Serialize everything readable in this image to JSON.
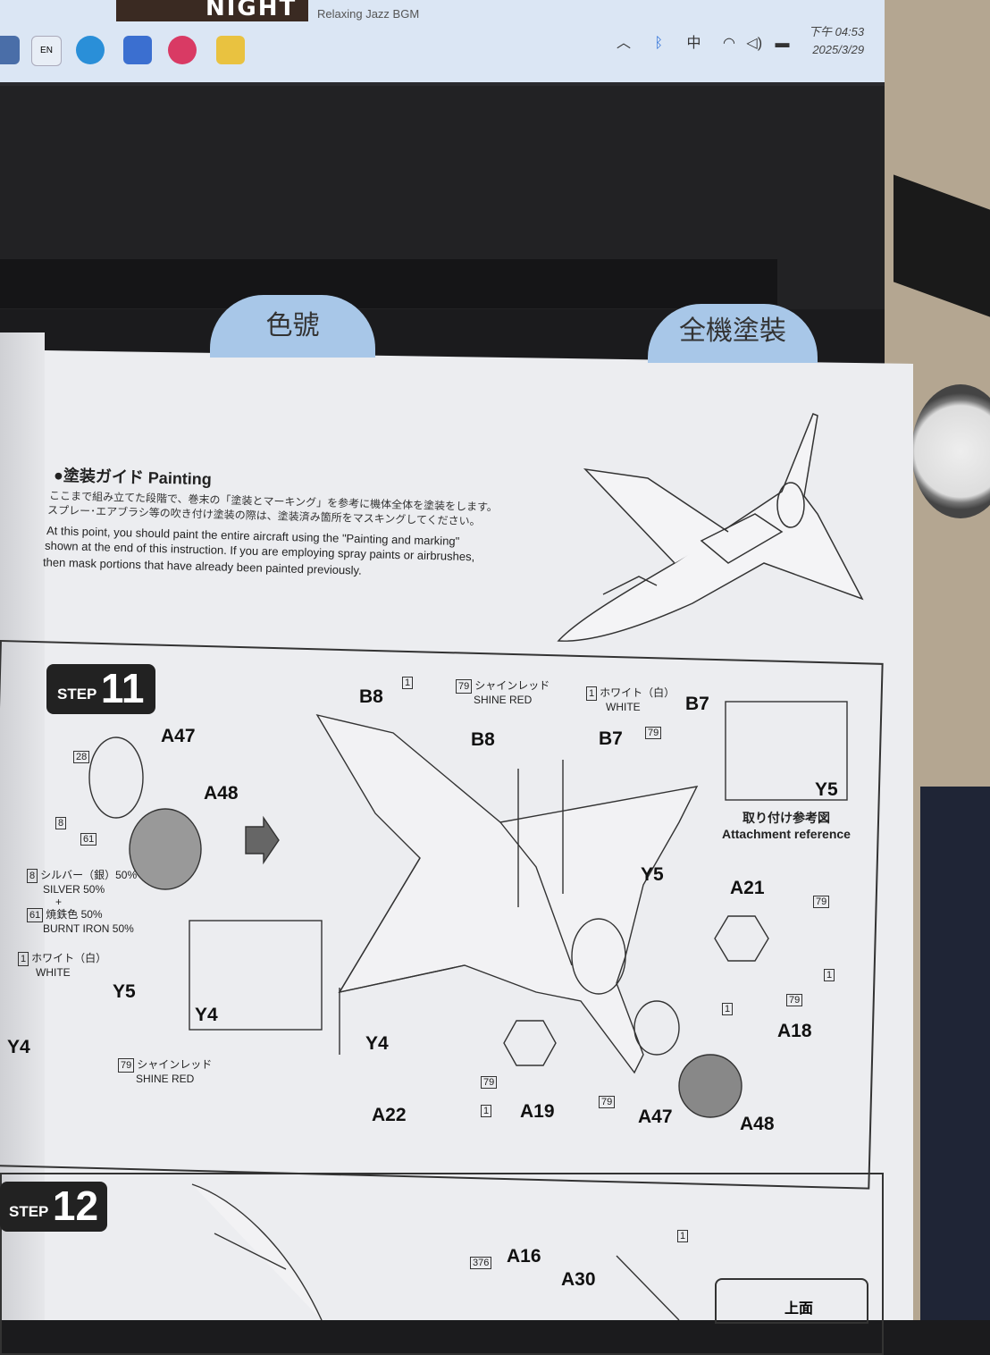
{
  "screen": {
    "video_title": "NIGHT",
    "media_title": "Relaxing Jazz BGM",
    "taskbar_icons": [
      "files-icon",
      "language-en-icon",
      "edge-icon",
      "store-icon",
      "app-icon",
      "slack-icon"
    ],
    "lang_label": "EN",
    "tray_ime": "中",
    "clock_time": "下午 04:53",
    "clock_date": "2025/3/29"
  },
  "tabs": {
    "left": "色號",
    "right": "全機塗裝"
  },
  "painting": {
    "title": "●塗装ガイド Painting",
    "jp_line1": "ここまで組み立てた段階で、巻末の「塗装とマーキング」を参考に機体全体を塗装をします。",
    "jp_line2": "スプレー･エアブラシ等の吹き付け塗装の際は、塗装済み箇所をマスキングしてください。",
    "en_line1": "At this point, you should paint the entire aircraft using the \"Painting and marking\"",
    "en_line2": "shown at the end of this instruction. If you are employing spray paints or airbrushes,",
    "en_line3": "then mask portions that have already been painted previously."
  },
  "step11": {
    "step_word": "STEP",
    "step_number": "11",
    "labels": {
      "a47_top": "A47",
      "a48_top": "A48",
      "b8_a": "B8",
      "b8_b": "B8",
      "b7_a": "B7",
      "b7_b": "B7",
      "y5_a": "Y5",
      "y5_b": "Y5",
      "y5_ref": "Y5",
      "y4_a": "Y4",
      "y4_b": "Y4",
      "y4_c": "Y4",
      "a21": "A21",
      "a18": "A18",
      "a22": "A22",
      "a19": "A19",
      "a47_bottom": "A47",
      "a48_bottom": "A48"
    },
    "color_notes": {
      "shine_red_jp": "シャインレッド",
      "shine_red_en": "SHINE RED",
      "white_jp": "ホワイト（白）",
      "white_en": "WHITE",
      "silver_jp": "シルバー（銀）50%",
      "silver_en": "SILVER 50%",
      "plus": "+",
      "burnt_iron_jp": "焼鉄色 50%",
      "burnt_iron_en": "BURNT IRON 50%",
      "white2_jp": "ホワイト（白）",
      "white2_en": "WHITE",
      "shine_red2_jp": "シャインレッド",
      "shine_red2_en": "SHINE RED"
    },
    "numbers": [
      "1",
      "79",
      "1",
      "79",
      "28",
      "8",
      "61",
      "8",
      "61",
      "1",
      "79",
      "79",
      "1",
      "79",
      "1",
      "79",
      "1",
      "79"
    ],
    "attach_jp": "取り付け参考図",
    "attach_en": "Attachment reference"
  },
  "step12": {
    "step_word": "STEP",
    "step_number": "12",
    "labels": {
      "a16": "A16",
      "a30": "A30"
    },
    "numbers": [
      "376",
      "1"
    ],
    "top_label": "上面"
  }
}
